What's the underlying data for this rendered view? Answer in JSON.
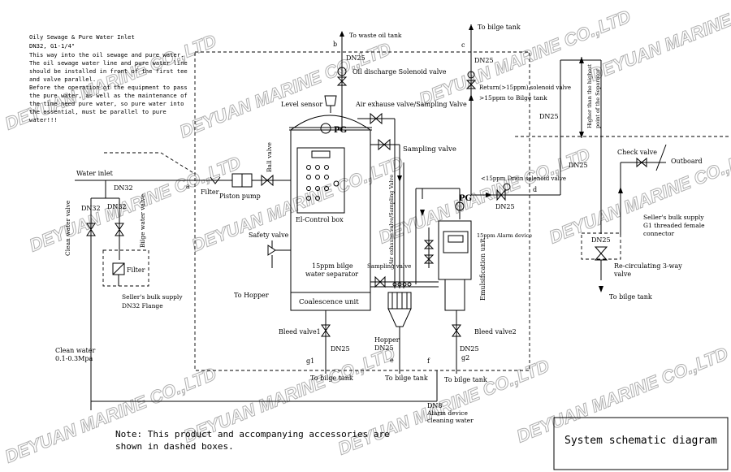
{
  "watermark": "DEYUAN MARINE CO.,LTD",
  "title_block": {
    "title": "System schematic diagram"
  },
  "note": {
    "line1": "Note: This product and accompanying accessories are",
    "line2": "shown in dashed boxes."
  },
  "inlet_note": {
    "lines": [
      "Oily Sewage & Pure Water Inlet",
      "DN32, G1-1/4\"",
      "This way into the oil sewage and pure water.",
      "The oil sewage water line and pure water line",
      "should be installed in front of the first tee",
      "and valve parallel.",
      "Before the operation of the equipment to pass",
      "the pure water, as well as the maintenance of",
      "the time need pure water, so pure water into",
      "the essential, must be parallel to pure",
      "water!!!"
    ]
  },
  "labels": {
    "water_inlet": "Water inlet",
    "dn32_main": "DN32",
    "dn32_left": "DN32",
    "dn32_right": "DN32",
    "clean_water_valve": "Clean water valve",
    "bilge_water_valve": "Bilge water valve",
    "filter_ext": "Filter",
    "sellers_supply_dn32_1": "Seller's bulk supply",
    "sellers_supply_dn32_2": "DN32 Flange",
    "clean_water_1": "Clean water",
    "clean_water_2": "0.1-0.3Mpa",
    "point_a": "a",
    "filter_int": "Filter",
    "piston_pump": "Piston pump",
    "ball_valve": "Ball valve",
    "level_sensor": "Level sensor",
    "pg": "PG",
    "pg2": "PG",
    "el_control_box": "El-Control box",
    "safety_valve": "Safety valve",
    "to_hopper": "To Hopper",
    "ppm_separator_1": "15ppm bilge",
    "ppm_separator_2": "water separator",
    "coalescence_unit": "Coalescence unit",
    "bleed_valve1": "Bleed valve1",
    "dn25_g1": "DN25",
    "point_g1": "g1",
    "to_bilge_g1": "To bilge tank",
    "to_waste_oil": "To waste oil tank",
    "point_b": "b",
    "dn25_b": "DN25",
    "oil_discharge_valve": "Oil discharge Solenoid valve",
    "air_exhaust_sampling": "Air exhause valve/Sampling Valve",
    "sampling_valve_1": "Sampling valve",
    "air_exhaust_vertical": "Air exhause valve/Sampling Valve",
    "sampling_valve_2": "Sampling valve",
    "hopper": "Hopper",
    "dn25_hopper": "DN25",
    "point_e": "e",
    "to_bilge_e": "To bilge tank",
    "point_f": "f",
    "dn8": "DN8",
    "alarm_cleaning_1": "Alarm device",
    "alarm_cleaning_2": "cleaning water",
    "alarm_device": "15ppm Alarm device",
    "emulsification_unit": "Emulsification unit",
    "bleed_valve2": "Bleed valve2",
    "dn25_g2": "DN25",
    "point_g2": "g2",
    "to_bilge_g2": "To bilge tank",
    "to_bilge_c": "To bilge tank",
    "point_c": "c",
    "dn25_c": "DN25",
    "return_valve": "Return(>15ppm) solenoid valve",
    "return_to_bilge": ">15ppm to Bilge tank",
    "dn25_right": "DN25",
    "drain_valve": "<15ppm Drain solenoid valve",
    "point_d": "d",
    "dn25_d": "DN25",
    "higher_1": "Higher than the highest",
    "higher_2": "point of the Separator",
    "dn25_vertical": "DN25",
    "check_valve": "Check valve",
    "outboard": "Outboard",
    "sellers_g1_1": "Seller's bulk supply",
    "sellers_g1_2": "G1 threaded female",
    "sellers_g1_3": "connector",
    "dn25_3way": "DN25",
    "recirc_1": "Re-circulating 3-way",
    "recirc_2": "valve",
    "to_bilge_recirc": "To bilge tank"
  }
}
